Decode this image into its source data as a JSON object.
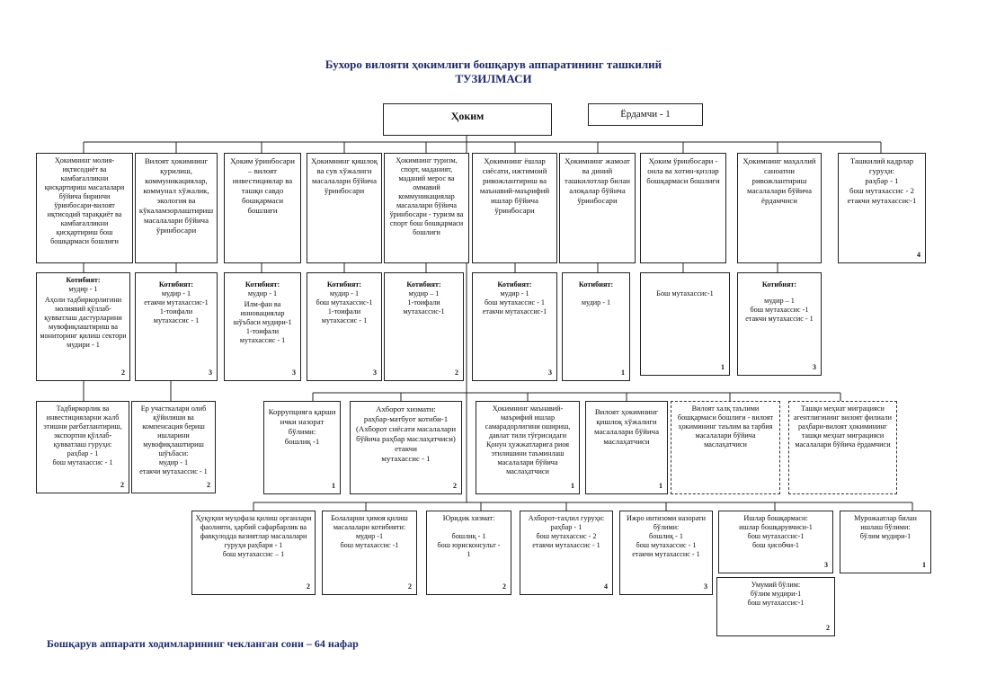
{
  "title_line1": "Бухоро вилояти ҳокимлиги бошқарув аппаратининг ташкилий",
  "title_line2": "ТУЗИЛМАСИ",
  "head": {
    "label": "Ҳоким",
    "assistant": "Ёрдамчи - 1"
  },
  "row1": [
    {
      "text": "Ҳокимнинг молия-иқтисодиёт ва камбағалликни қисқартириш масалалари бўйича биринчи ўринбосари-вилоят иқтисодий тараққиёт ва камбағалликни қисқартириш бош бошқармаси бошлиғи",
      "num": ""
    },
    {
      "text": "Вилоят ҳокимнинг қурилиш, коммуникациялар, коммунал хўжалик, экология ва кўкаламзорлаштириш масалалари бўйича ўринбосари",
      "num": ""
    },
    {
      "text": "Ҳоким ўринбосари – вилоят инвестициялар ва ташқи савдо бошқармаси бошлиғи",
      "num": ""
    },
    {
      "text": "Ҳокимнинг қишлоқ ва сув хўжалиги масалалари бўйича ўринбосари",
      "num": ""
    },
    {
      "text": "Ҳокимнинг туризм, спорт, маданият, маданий мерос ва оммавий коммуникациялар масалалари бўйича ўринбосари - туризм ва спорт бош бошқармаси бошлиғи",
      "num": ""
    },
    {
      "text": "Ҳокимнинг ёшлар сиёсати, ижтимоий ривожлантириш ва маънавий-маърифий ишлар бўйича ўринбосари",
      "num": ""
    },
    {
      "text": "Ҳокимнинг жамоат ва диний ташкилотлар билан алоқалар бўйича ўринбосари",
      "num": ""
    },
    {
      "text": "Ҳоким ўринбосари - оила ва хотин-қизлар бошқармаси бошлиғи",
      "num": ""
    },
    {
      "text": "Ҳокимнинг маҳаллий саноатни ривожлантириш масалалари бўйича ёрдамчиси",
      "num": ""
    },
    {
      "text": "Ташкилий кадрлар гуруҳи:\nраҳбар - 1\nбош мутахассис - 2\nетакчи мутахассис-1",
      "num": "4"
    }
  ],
  "row2": [
    {
      "head": "Котибият:",
      "text": "мудир - 1",
      "text2": "Аҳоли тадбиркорлигини молиявий қўллаб-қувватлаш дастурларини мувофиқлаштириш ва мониторинг қилиш сектори мудири - 1",
      "num": "2"
    },
    {
      "head": "Котибият:",
      "text": "мудир - 1\nетакчи мутахассис-1\n1-тоифали\nмутахассис - 1",
      "text2": "",
      "num": "3"
    },
    {
      "head": "Котибият:",
      "text": "мудир - 1",
      "text2": "Илм-фан ва инновациялар шўъбаси мудири-1\n1-тоифали\nмутахассис - 1",
      "num": "3"
    },
    {
      "head": "Котибият:",
      "text": "мудир - 1\nбош мутахассис-1\n1-тоифали\nмутахассис - 1",
      "text2": "",
      "num": "3"
    },
    {
      "head": "Котибият:",
      "text": "мудир – 1\n1-тоифали\nмутахассис-1",
      "text2": "",
      "num": "2"
    },
    {
      "head": "Котибият:",
      "text": "мудир - 1\nбош мутахассис - 1\nетакчи мутахассис-1",
      "text2": "",
      "num": "3"
    },
    {
      "head": "Котибият:",
      "text": "мудир - 1",
      "text2": "",
      "num": "1"
    },
    {
      "head": "",
      "text": "Бош мутахассис-1",
      "text2": "",
      "num": "1"
    },
    {
      "head": "Котибият:",
      "text": "мудир – 1\nбош мутахассис -1\nетакчи мутахассис - 1",
      "text2": "",
      "num": "3"
    }
  ],
  "row3": [
    {
      "text": "Тадбиркорлик ва инвестицияларни жалб этишни рағбатлантириш, экспортни қўллаб-қувватлаш гуруҳи:\nраҳбар - 1\nбош мутахассис - 1",
      "num": "2"
    },
    {
      "text": "Ер участкалари олиб қўйилиши ва компенсация бериш ишларини мувофиқлаштириш шўъбаси:\nмудир - 1\nетакчи мутахассис - 1",
      "num": "2"
    },
    {
      "text": "Коррупцияга қарши ички назорат бўлими:\nбошлиқ -1",
      "num": "1"
    },
    {
      "text": "Ахборот хизмати:\nраҳбар-матбуот котиби-1\n(Ахборот сиёсати масалалари бўйича раҳбар маслаҳатчиси)\nетакчи\nмутахассис - 1",
      "num": "2"
    },
    {
      "text": "Ҳокимнинг маънавий-маърифий ишлар самарадорлигини ошириш, давлат тили тўғрисидаги Қонун ҳужжатларига риоя этилишини таъминлаш масалалари бўйича маслаҳатчиси",
      "num": "1"
    },
    {
      "text": "Вилоят ҳокимнинг қишлоқ хўжалиги масалалари бўйича маслаҳатчиси",
      "num": "1"
    },
    {
      "text": "Вилоят халқ таълими бошқармаси бошлиғи - вилоят ҳокимининг таълим ва тарбия масалалари бўйича маслаҳатчиси",
      "num": ""
    },
    {
      "text": "Ташқи меҳнат миграцияси агентлигининг вилоят филиали раҳбари-вилоят ҳокимининг ташқи меҳнат миграцияси масалалари бўйича ёрдамчиси",
      "num": ""
    }
  ],
  "row4": [
    {
      "text": "Ҳуқуқни муҳофаза қилиш органлари фаолияти, ҳарбий сафарбарлик ва фавқулодда вазиятлар масалалари гуруҳи раҳбари - 1\nбош мутахассис – 1",
      "num": "2"
    },
    {
      "text": "Болаларни ҳимоя қилиш масалалари котибияти:\nмудир -1\nбош мутахассис -1",
      "num": "2"
    },
    {
      "text": "Юридик хизмат:\n\nбошлиқ - 1\nбош юрисконсульт -\n1",
      "num": "2"
    },
    {
      "text": "Ахборот-таҳлил гуруҳи:\nраҳбар - 1\nбош мутахассис - 2\nетакчи мутахассис - 1",
      "num": "4"
    },
    {
      "text": "Ижро интизоми назорати бўлими:\nбошлиқ - 1\nбош мутахассис - 1\nетакчи мутахассис - 1",
      "num": "3"
    },
    {
      "text": "Ишлар бошқармаси:\nишлар бошқарувчиси-1\nбош мутахассис-1\nбош ҳисобчи-1",
      "num": "3"
    },
    {
      "text": "Мурожаатлар билан ишлаш бўлими:\nбўлим мудири-1",
      "num": "1"
    }
  ],
  "umumiy": {
    "text": "Умумий бўлим:\nбўлим мудири-1\nбош мутахассис-1",
    "num": "2"
  },
  "footer": "Бошқарув аппарати ходимларининг чекланган сони – 64 нафар"
}
